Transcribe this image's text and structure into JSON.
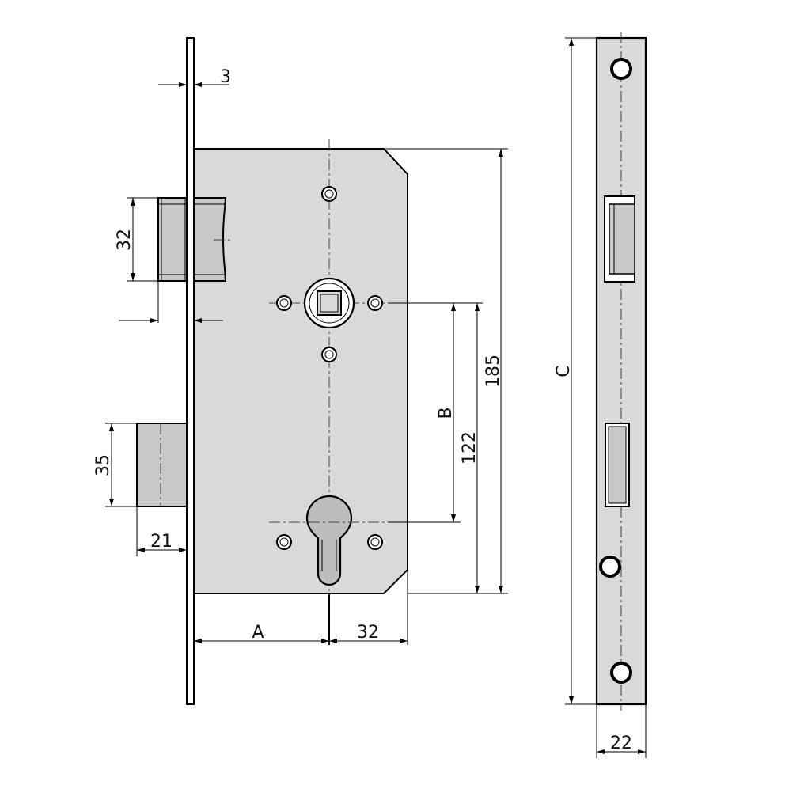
{
  "colors": {
    "body_fill": "#d9d9d9",
    "bolt_fill": "#c8c8c8",
    "line": "#000000",
    "background": "#ffffff"
  },
  "labels": {
    "faceplate_thickness": "3",
    "latch_height": "32",
    "deadbolt_height": "35",
    "deadbolt_throw": "21",
    "backset": "A",
    "cylinder_to_edge": "32",
    "spindle_to_cylinder": "B",
    "lower_height": "122",
    "case_height": "185",
    "faceplate_length": "C",
    "faceplate_width": "22"
  }
}
